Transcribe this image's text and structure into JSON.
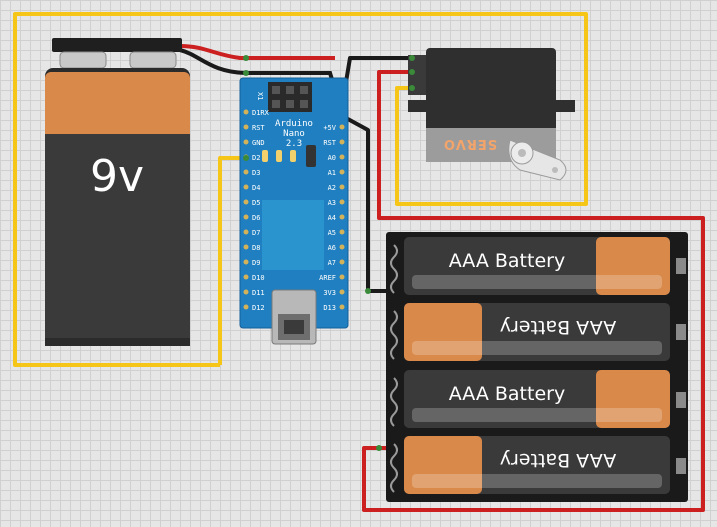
{
  "nine_volt": {
    "label": "9v"
  },
  "arduino": {
    "name_line1": "Arduino",
    "name_line2": "Nano",
    "name_line3": "2.3",
    "top_code": "X1",
    "left_pins": [
      "D1RX",
      "RST",
      "GND",
      "D2",
      "D3",
      "D4",
      "D5",
      "D6",
      "D7",
      "D8",
      "D9",
      "D10",
      "D11",
      "D12"
    ],
    "right_pins": [
      "+5V",
      "RST",
      "A0",
      "A1",
      "A2",
      "A3",
      "A4",
      "A5",
      "A6",
      "A7",
      "AREF",
      "3V3",
      "D13"
    ]
  },
  "servo": {
    "label": "SERVO"
  },
  "battery_pack": {
    "cells": [
      "AAA Battery",
      "AAA Battery",
      "AAA Battery",
      "AAA Battery"
    ]
  },
  "colors": {
    "wire_yellow": "#f5c518",
    "wire_red": "#cc1f1f",
    "wire_black": "#1a1a1a",
    "board_blue": "#1f7fc0",
    "battery_orange": "#d9894a"
  }
}
